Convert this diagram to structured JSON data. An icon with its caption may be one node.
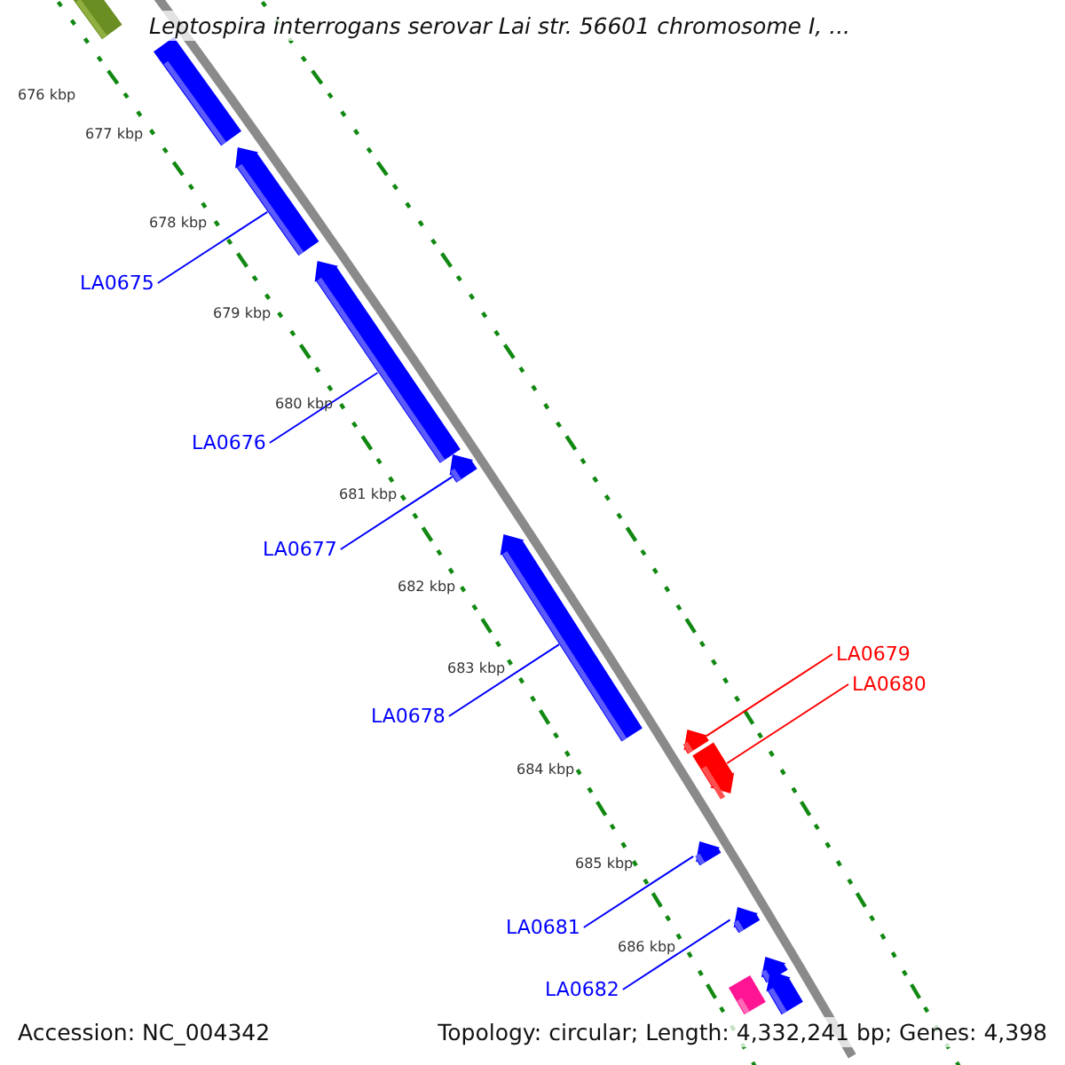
{
  "diagram": {
    "title": "Leptospira interrogans serovar Lai str. 56601 chromosome I, ...",
    "nodes": [
      {
        "text": [
          "LA0675"
        ]
      },
      {
        "text": [
          "LA0676"
        ]
      },
      {
        "text": [
          "LA0677"
        ]
      },
      {
        "text": [
          "LA0678"
        ]
      },
      {
        "text": [
          "LA0679"
        ]
      },
      {
        "text": [
          "LA0680"
        ]
      },
      {
        "text": [
          "LA0681"
        ]
      },
      {
        "text": [
          "LA0682"
        ]
      },
      {
        "text": [],
        "shape": "bar"
      },
      {
        "text": [],
        "shape": "bar"
      },
      {
        "text": [],
        "shape": "arrow"
      },
      {
        "text": [],
        "shape": "arrow"
      },
      {
        "text": [],
        "shape": "arrow"
      },
      {
        "text": [],
        "shape": "arrow"
      },
      {
        "text": [],
        "shape": "arrow"
      },
      {
        "text": [],
        "shape": "arrow"
      },
      {
        "text": [],
        "shape": "arrow"
      },
      {
        "text": [],
        "shape": "arrow"
      },
      {
        "text": [],
        "shape": "arrow"
      },
      {
        "text": [],
        "shape": "bar"
      },
      {
        "text": [],
        "shape": "arrow"
      }
    ],
    "edges": [
      {
        "from": 0,
        "to": 10,
        "arrow": "none"
      },
      {
        "from": 1,
        "to": 11,
        "arrow": "none"
      },
      {
        "from": 2,
        "to": 12,
        "arrow": "none"
      },
      {
        "from": 3,
        "to": 13,
        "arrow": "none"
      },
      {
        "from": 4,
        "to": 14,
        "arrow": "none",
        "color": "#ff0000"
      },
      {
        "from": 5,
        "to": 15,
        "arrow": "none",
        "color": "#ff0000"
      },
      {
        "from": 6,
        "to": 16,
        "arrow": "none"
      },
      {
        "from": 7,
        "to": 17,
        "arrow": "none"
      }
    ],
    "labels": [
      "676 kbp",
      "677 kbp",
      "678 kbp",
      "679 kbp",
      "680 kbp",
      "681 kbp",
      "682 kbp",
      "683 kbp",
      "684 kbp",
      "685 kbp",
      "686 kbp",
      "Accession: NC_004342",
      "Topology: circular; Length: 4,332,241 bp; Genes: 4,398"
    ]
  }
}
